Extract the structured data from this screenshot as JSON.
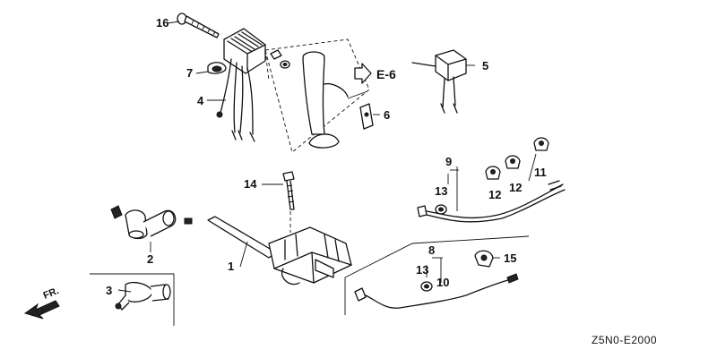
{
  "diagram": {
    "callouts": {
      "c1": "1",
      "c2": "2",
      "c3": "3",
      "c4": "4",
      "c5": "5",
      "c6": "6",
      "c7": "7",
      "c8": "8",
      "c9": "9",
      "c10": "10",
      "c11": "11",
      "c12a": "12",
      "c12b": "12",
      "c13a": "13",
      "c13b": "13",
      "c14": "14",
      "c15": "15",
      "c16": "16"
    },
    "reference": "E-6",
    "direction_label": "FR.",
    "drawing_code": "Z5N0-E2000"
  }
}
